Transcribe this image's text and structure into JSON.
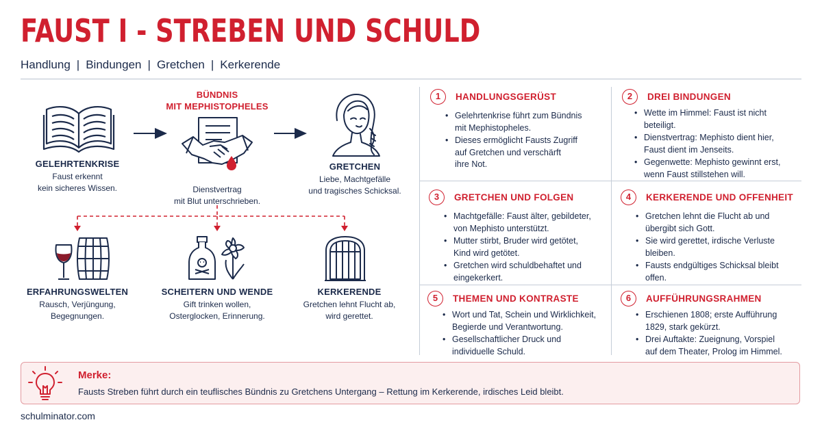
{
  "header": {
    "title": "FAUST I - STREBEN UND SCHULD",
    "subtitle_items": [
      "Handlung",
      "Bindungen",
      "Gretchen",
      "Kerkerende"
    ],
    "separator": "|"
  },
  "diagram": {
    "nodes": [
      {
        "title": "GELEHRTENKRISE",
        "desc": [
          "Faust erkennt",
          "kein sicheres Wissen."
        ],
        "icon": "book-icon"
      },
      {
        "title": [
          "BÜNDNIS",
          "MIT MEPHISTOPHELES"
        ],
        "desc": [
          "Dienstvertrag",
          "mit Blut unterschrieben."
        ],
        "icon": "handshake-contract-icon"
      },
      {
        "title": "GRETCHEN",
        "desc": [
          "Liebe, Machtgefälle",
          "und tragisches Schicksal."
        ],
        "icon": "woman-portrait-icon"
      },
      {
        "title": "ERFAHRUNGSWELTEN",
        "desc": [
          "Rausch, Verjüngung,",
          "Begegnungen."
        ],
        "icon": "wine-barrel-icon"
      },
      {
        "title": "SCHEITERN UND WENDE",
        "desc": [
          "Gift trinken wollen,",
          "Osterglocken, Erinnerung."
        ],
        "icon": "poison-daffodil-icon"
      },
      {
        "title": "KERKERENDE",
        "desc": [
          "Gretchen lehnt Flucht ab,",
          "wird gerettet."
        ],
        "icon": "prison-window-icon"
      }
    ]
  },
  "panels": [
    {
      "num": "1",
      "title": "HANDLUNGSGERÜST",
      "items": [
        [
          "Gelehrtenkrise führt zum Bündnis",
          "mit Mephistopheles."
        ],
        [
          "Dieses ermöglicht Fausts Zugriff",
          "auf Gretchen und verschärft",
          "ihre Not."
        ]
      ]
    },
    {
      "num": "2",
      "title": "DREI BINDUNGEN",
      "items": [
        [
          "Wette im Himmel: Faust ist nicht",
          "beteiligt."
        ],
        [
          "Dienstvertrag: Mephisto dient hier,",
          "Faust dient im Jenseits."
        ],
        [
          "Gegenwette: Mephisto gewinnt erst,",
          "wenn Faust stillstehen will."
        ]
      ]
    },
    {
      "num": "3",
      "title": "GRETCHEN UND FOLGEN",
      "items": [
        [
          "Machtgefälle: Faust älter, gebildeter,",
          "von Mephisto unterstützt."
        ],
        [
          "Mutter stirbt, Bruder wird getötet,",
          "Kind wird getötet."
        ],
        [
          "Gretchen wird schuldbehaftet und",
          "eingekerkert."
        ]
      ]
    },
    {
      "num": "4",
      "title": "KERKERENDE UND OFFENHEIT",
      "items": [
        [
          "Gretchen lehnt die Flucht ab und",
          "übergibt sich Gott."
        ],
        [
          "Sie wird gerettet, irdische Verluste",
          "bleiben."
        ],
        [
          "Fausts endgültiges Schicksal bleibt",
          "offen."
        ]
      ]
    },
    {
      "num": "5",
      "title": "THEMEN UND KONTRASTE",
      "items": [
        [
          "Wort und Tat, Schein und Wirklichkeit,",
          "Begierde und Verantwortung."
        ],
        [
          "Gesellschaftlicher Druck und",
          "individuelle Schuld."
        ]
      ]
    },
    {
      "num": "6",
      "title": "AUFFÜHRUNGSRAHMEN",
      "items": [
        [
          "Erschienen 1808; erste Aufführung",
          "1829, stark gekürzt."
        ],
        [
          "Drei Auftakte: Zueignung, Vorspiel",
          "auf dem Theater, Prolog im Himmel."
        ]
      ]
    }
  ],
  "merke": {
    "title": "Merke:",
    "text": "Fausts Streben führt durch ein teuflisches Bündnis zu Gretchens Untergang – Rettung im Kerkerende, irdisches Leid bleibt.",
    "icon": "lightbulb-icon"
  },
  "footer": {
    "text": "schulminator.com"
  },
  "colors": {
    "accent": "#d0202f",
    "navy": "#1b2a4a",
    "merke_bg": "#fcefef"
  }
}
